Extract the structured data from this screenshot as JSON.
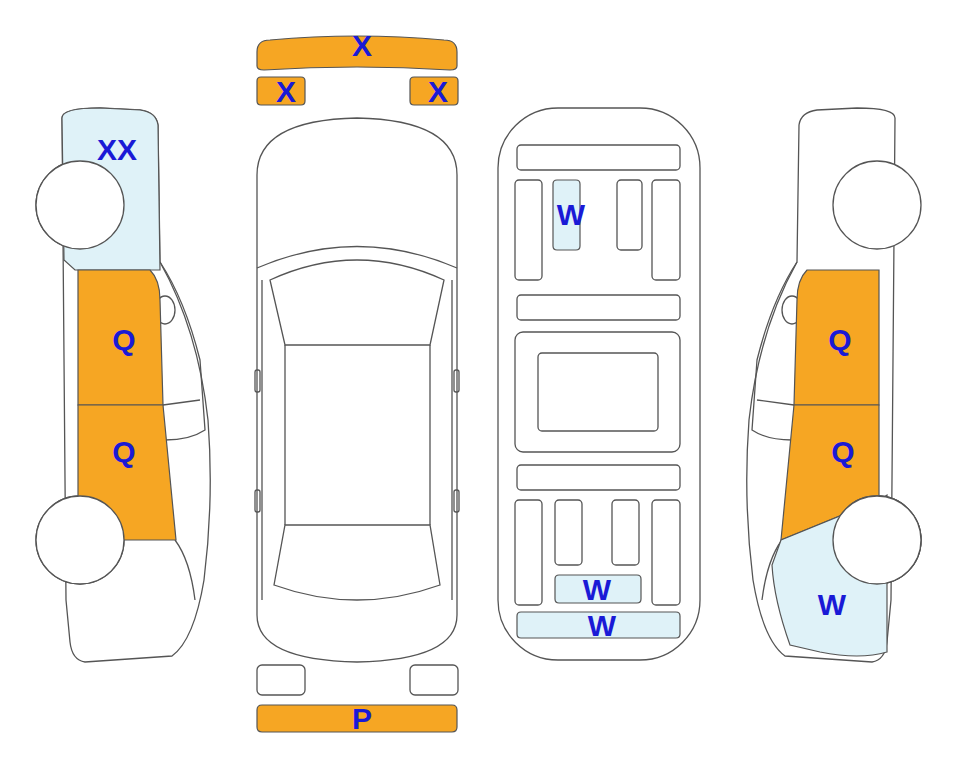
{
  "diagram": {
    "nodes": [
      {
        "text": [
          "X"
        ]
      },
      {
        "text": [
          "X"
        ]
      },
      {
        "text": [
          "X"
        ]
      },
      {
        "text": [
          "XX"
        ]
      },
      {
        "text": [
          "W"
        ]
      },
      {
        "text": [
          "Q"
        ]
      },
      {
        "text": [
          "Q"
        ]
      },
      {
        "text": [
          "Q"
        ]
      },
      {
        "text": [
          "Q"
        ]
      },
      {
        "text": [
          "W"
        ]
      },
      {
        "text": [
          "W"
        ]
      },
      {
        "text": [
          "W"
        ]
      },
      {
        "text": [
          "P"
        ]
      }
    ]
  }
}
